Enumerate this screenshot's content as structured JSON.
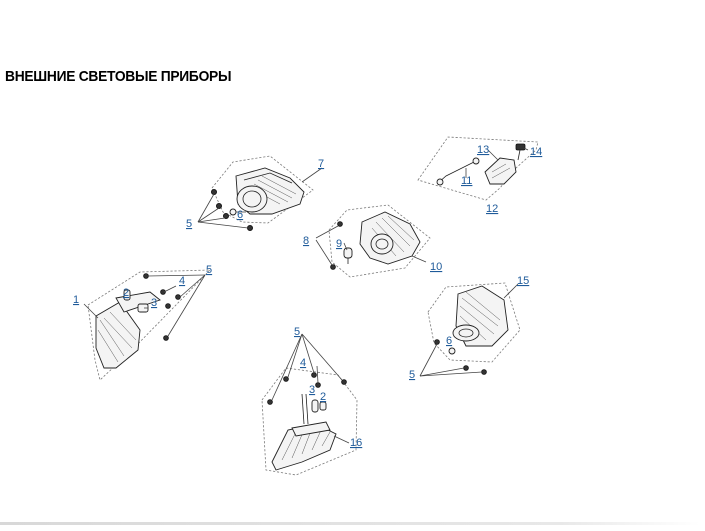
{
  "page": {
    "title": "ВНЕШНИЕ СВЕТОВЫЕ ПРИБОРЫ"
  },
  "callouts": {
    "front_left_indicator": {
      "part_1": "1",
      "part_2": "2",
      "part_3": "3",
      "part_4": "4",
      "part_5": "5"
    },
    "headlight": {
      "part_5": "5",
      "part_6": "6",
      "part_7": "7"
    },
    "front_position_light": {
      "part_8": "8",
      "part_9": "9",
      "part_10": "10"
    },
    "license_plate_light": {
      "part_11": "11",
      "part_12": "12",
      "part_13": "13",
      "part_14": "14"
    },
    "rear_light": {
      "part_5": "5",
      "part_6": "6",
      "part_15": "15"
    },
    "rear_indicator": {
      "part_2": "2",
      "part_3": "3",
      "part_4": "4",
      "part_5": "5",
      "part_16": "16"
    }
  }
}
